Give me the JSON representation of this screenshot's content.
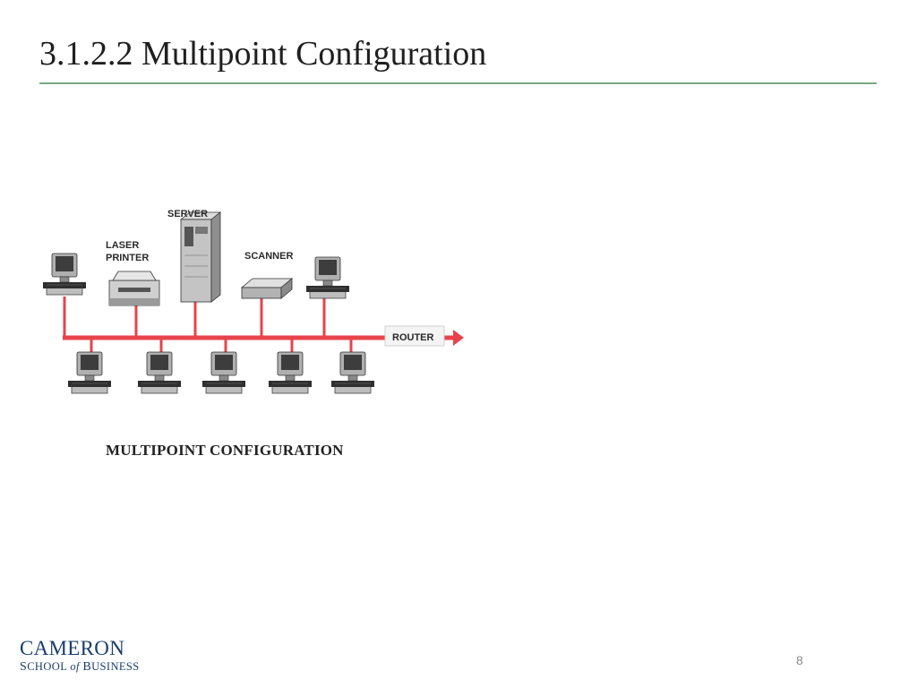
{
  "slide": {
    "title": "3.1.2.2 Multipoint Configuration",
    "page_number": "8"
  },
  "diagram": {
    "labels": {
      "server": "SERVER",
      "laser_printer_line1": "LASER",
      "laser_printer_line2": "PRINTER",
      "scanner": "SCANNER",
      "router": "ROUTER"
    },
    "caption": "MULTIPOINT CONFIGURATION",
    "bus_color": "#e8434b"
  },
  "logo": {
    "name": "CAMERON",
    "sub_school_s": "S",
    "sub_school_rest": "CHOOL",
    "sub_of": "of",
    "sub_business_b": "B",
    "sub_business_rest": "USINESS"
  }
}
